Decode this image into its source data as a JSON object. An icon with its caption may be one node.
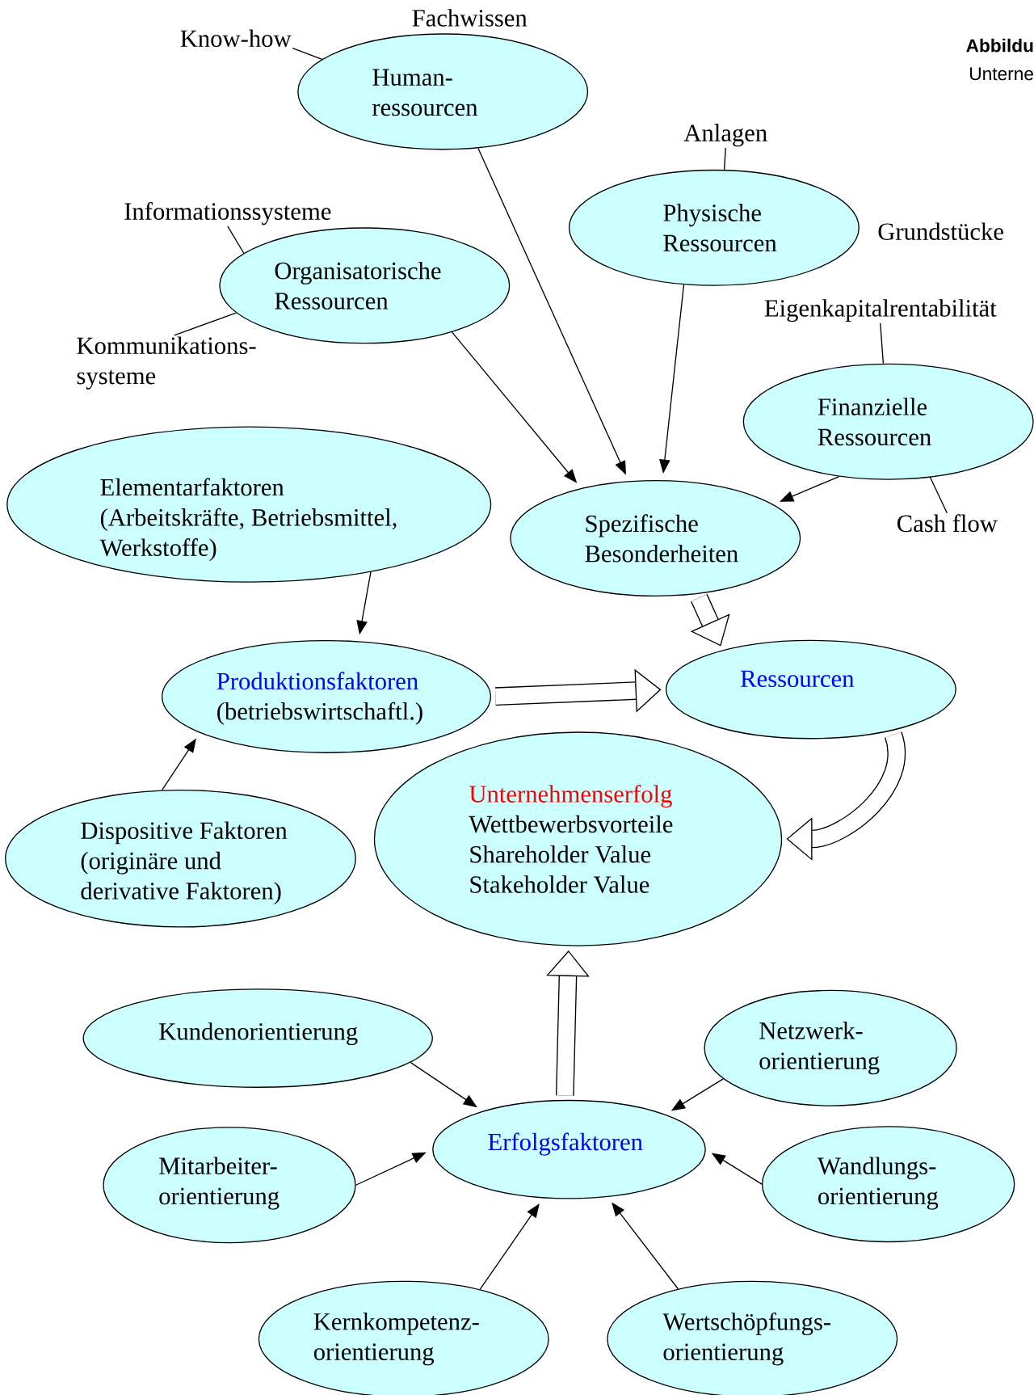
{
  "diagram": {
    "nodes": [
      {
        "text": [
          "Human- ressourcen"
        ]
      },
      {
        "text": [
          "Physische Ressourcen"
        ]
      },
      {
        "text": [
          "Organisatorische Ressourcen"
        ]
      },
      {
        "text": [
          "Finanzielle Ressourcen"
        ]
      },
      {
        "text": [
          "Elementarfaktoren (Arbeitskräfte, Betriebsmittel, Werkstoffe)"
        ]
      },
      {
        "text": [
          "Spezifische Besonderheiten"
        ]
      },
      {
        "text": [
          "Produktionsfaktoren",
          "(betriebswirtschaftl.)"
        ]
      },
      {
        "text": [
          "Ressourcen"
        ]
      },
      {
        "text": [
          "Dispositive Faktoren (originäre und derivative Faktoren)"
        ]
      },
      {
        "text": [
          "Unternehmenserfolg",
          "Wettbewerbsvorteile",
          "Shareholder Value",
          "Stakeholder Value"
        ]
      },
      {
        "text": [
          "Kundenorientierung"
        ]
      },
      {
        "text": [
          "Netzwerk- orientierung"
        ]
      },
      {
        "text": [
          "Erfolgsfaktoren"
        ]
      },
      {
        "text": [
          "Mitarbeiter- orientierung"
        ]
      },
      {
        "text": [
          "Wandlungs- orientierung"
        ]
      },
      {
        "text": [
          "Kernkompetenz- orientierung"
        ]
      },
      {
        "text": [
          "Wertschöpfungs- orientierung"
        ]
      },
      {
        "text": [
          "Know-how"
        ]
      },
      {
        "text": [
          "Informationssysteme"
        ]
      },
      {
        "text": [
          "Kommunikations- systeme"
        ]
      },
      {
        "text": [
          "Anlagen"
        ]
      },
      {
        "text": [
          "Eigenkapitalrentabilität"
        ]
      },
      {
        "text": [
          "Cash flow"
        ]
      }
    ],
    "edges": [
      {
        "from": 0,
        "to": 5,
        "arrow": "to"
      },
      {
        "from": 2,
        "to": 5,
        "arrow": "to"
      },
      {
        "from": 1,
        "to": 5,
        "arrow": "to"
      },
      {
        "from": 3,
        "to": 5,
        "arrow": "to"
      },
      {
        "from": 4,
        "to": 6,
        "arrow": "to"
      },
      {
        "from": 8,
        "to": 6,
        "arrow": "to"
      },
      {
        "from": 5,
        "to": 7,
        "arrow": "to",
        "style": "thick"
      },
      {
        "from": 6,
        "to": 7,
        "arrow": "to",
        "style": "thick"
      },
      {
        "from": 7,
        "to": 9,
        "arrow": "to",
        "style": "thick"
      },
      {
        "from": 12,
        "to": 9,
        "arrow": "to",
        "style": "thick"
      },
      {
        "from": 10,
        "to": 12,
        "arrow": "to"
      },
      {
        "from": 11,
        "to": 12,
        "arrow": "to"
      },
      {
        "from": 13,
        "to": 12,
        "arrow": "to"
      },
      {
        "from": 14,
        "to": 12,
        "arrow": "to"
      },
      {
        "from": 15,
        "to": 12,
        "arrow": "to"
      },
      {
        "from": 16,
        "to": 12,
        "arrow": "to"
      },
      {
        "from": 17,
        "to": 0,
        "arrow": "none"
      },
      {
        "from": 18,
        "to": 2,
        "arrow": "none"
      },
      {
        "from": 19,
        "to": 2,
        "arrow": "none"
      },
      {
        "from": 20,
        "to": 1,
        "arrow": "none"
      },
      {
        "from": 21,
        "to": 3,
        "arrow": "none"
      },
      {
        "from": 22,
        "to": 3,
        "arrow": "none"
      }
    ],
    "labels": [
      "Fachwissen",
      "Grundstücke",
      "Abbildu",
      "Unterne"
    ]
  }
}
